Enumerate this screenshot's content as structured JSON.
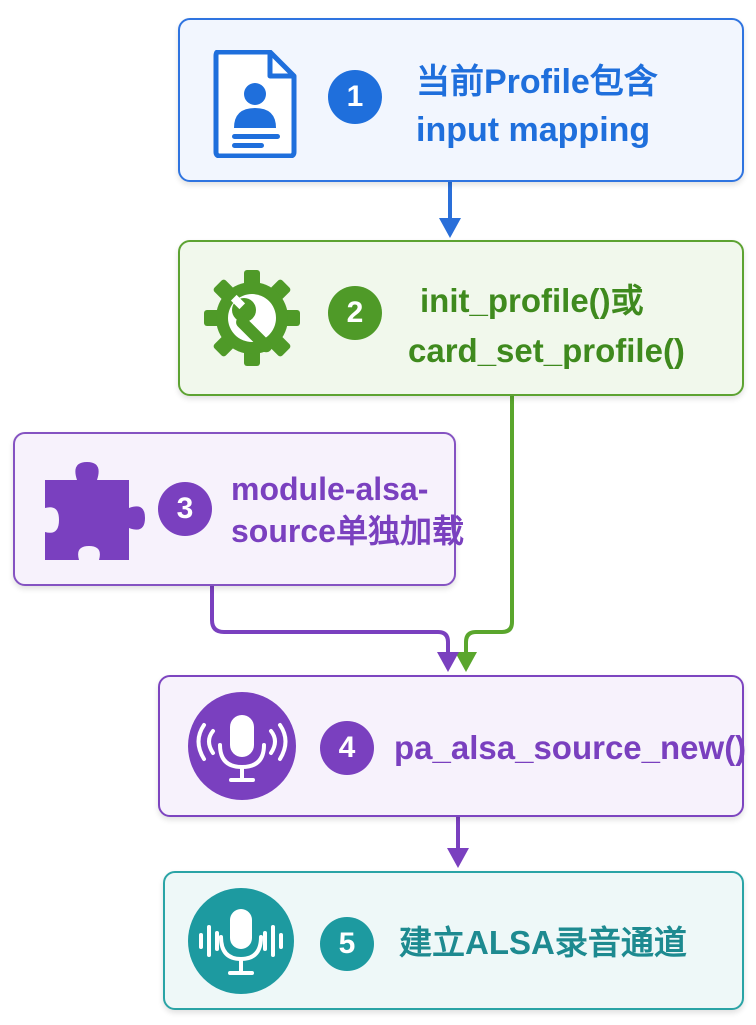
{
  "colors": {
    "blue": "#1f6fdc",
    "green": "#4f9a28",
    "purple": "#7a40bf",
    "teal": "#1d9aa0"
  },
  "steps": [
    {
      "number": "1",
      "line1": "当前Profile包含",
      "line2": "input mapping",
      "icon": "profile-document-icon"
    },
    {
      "number": "2",
      "line1": "init_profile()或",
      "line2": "card_set_profile()",
      "icon": "gear-wrench-icon"
    },
    {
      "number": "3",
      "line1": "module-alsa-",
      "line2": "source单独加载",
      "icon": "puzzle-piece-icon"
    },
    {
      "number": "4",
      "line1": "pa_alsa_source_new()",
      "icon": "microphone-waves-icon"
    },
    {
      "number": "5",
      "line1": "建立ALSA录音通道",
      "icon": "microphone-soundwave-icon"
    }
  ]
}
